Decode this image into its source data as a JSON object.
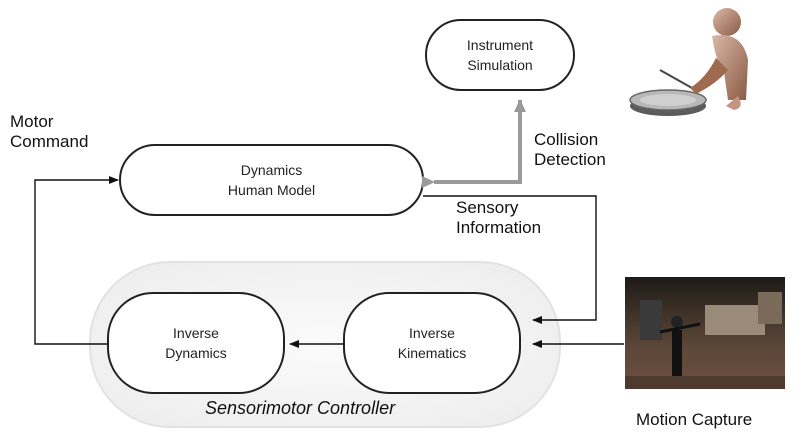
{
  "nodes": {
    "instrument_simulation": {
      "line1": "Instrument",
      "line2": "Simulation"
    },
    "dynamics_human_model": {
      "line1": "Dynamics",
      "line2": "Human Model"
    },
    "inverse_dynamics": {
      "line1": "Inverse",
      "line2": "Dynamics"
    },
    "inverse_kinematics": {
      "line1": "Inverse",
      "line2": "Kinematics"
    },
    "sensorimotor_controller": {
      "label": "Sensorimotor Controller"
    }
  },
  "labels": {
    "motor_command": {
      "line1": "Motor",
      "line2": "Command"
    },
    "collision_detection": {
      "line1": "Collision",
      "line2": "Detection"
    },
    "sensory_information": {
      "line1": "Sensory",
      "line2": "Information"
    },
    "motion_capture": "Motion Capture"
  },
  "colors": {
    "box_stroke": "#222222",
    "thick_arrow": "#9a9a9a",
    "container_fill": "#f6f6f6",
    "container_stroke": "#dddddd"
  }
}
